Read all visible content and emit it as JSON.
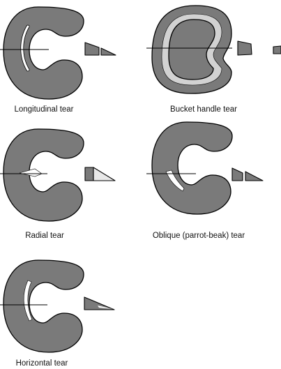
{
  "panels": [
    {
      "id": "longitudinal",
      "caption": "Longitudinal tear"
    },
    {
      "id": "bucket-handle",
      "caption": "Bucket handle tear"
    },
    {
      "id": "radial",
      "caption": "Radial tear"
    },
    {
      "id": "oblique",
      "caption": "Oblique (parrot-beak) tear"
    },
    {
      "id": "horizontal",
      "caption": "Horizontal tear"
    }
  ],
  "colors": {
    "meniscus_fill": "#7a7a7a",
    "outline": "#000000",
    "tear": "#ffffff",
    "light_section": "#e8e8e8"
  }
}
